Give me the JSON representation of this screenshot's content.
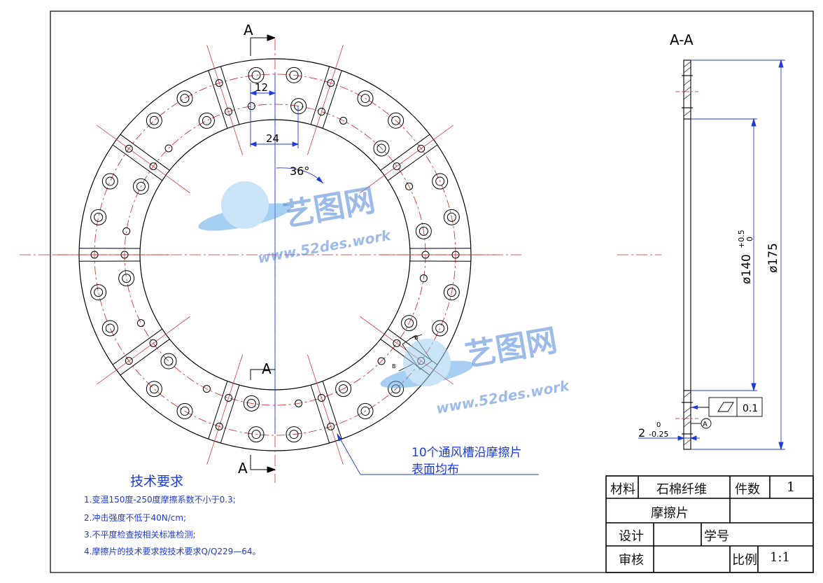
{
  "view": {
    "section_label": "A",
    "section_title": "A-A"
  },
  "dimensions": {
    "slot_width": "12",
    "hole_offset": "24",
    "angle": "36°",
    "inner_dia": "ø140",
    "inner_tol_upper": "+0.5",
    "inner_tol_lower": "0",
    "outer_dia": "ø175",
    "thickness": "2",
    "thickness_tol_upper": "0",
    "thickness_tol_lower": "-0.25",
    "flatness_value": "0.1",
    "datum": "A",
    "detail_mark": "B"
  },
  "callout": {
    "line1": "10个通风槽沿摩擦片",
    "line2": "表面均布"
  },
  "watermark": {
    "brand": "艺图网",
    "url": "www.52des.work"
  },
  "tech": {
    "title": "技术要求",
    "items": [
      "1.变温150度-250度摩擦系数不小于0.3;",
      "2.冲击强度不低于40N/cm;",
      "3.不平度检查按相关标准检测;",
      "4.摩擦片的技术要求按技术要求Q/Q229—64。"
    ]
  },
  "title_block": {
    "material_label": "材料",
    "material_value": "石棉纤维",
    "qty_label": "件数",
    "qty_value": "1",
    "part_name": "摩擦片",
    "design_label": "设计",
    "student_id_label": "学号",
    "review_label": "审核",
    "scale_label": "比例",
    "scale_value": "1:1"
  }
}
